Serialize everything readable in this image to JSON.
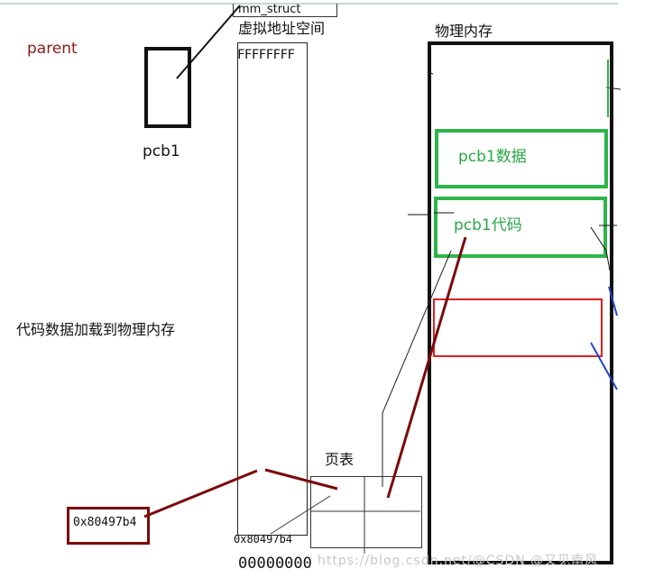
{
  "labels": {
    "parent": "parent",
    "pcb1": "pcb1",
    "mm_struct": "mm_struct",
    "virtual_address_space": "虚拟地址空间",
    "vas_top_address": "FFFFFFFF",
    "vas_code_address": "0x80497b4",
    "vas_bottom_address": "00000000",
    "physical_memory": "物理内存",
    "pcb1_data": "pcb1数据",
    "pcb1_code": "pcb1代码",
    "load_note": "代码数据加载到物理内存",
    "page_table": "页表",
    "address_box": "0x80497b4"
  },
  "watermark": "https://blog.csdn.net/@CSDN @又见南风",
  "colors": {
    "dark_red": "#7a0a0a",
    "green": "#2eb54a",
    "red": "#e02020",
    "blue": "#2244cc",
    "black": "#111111"
  }
}
